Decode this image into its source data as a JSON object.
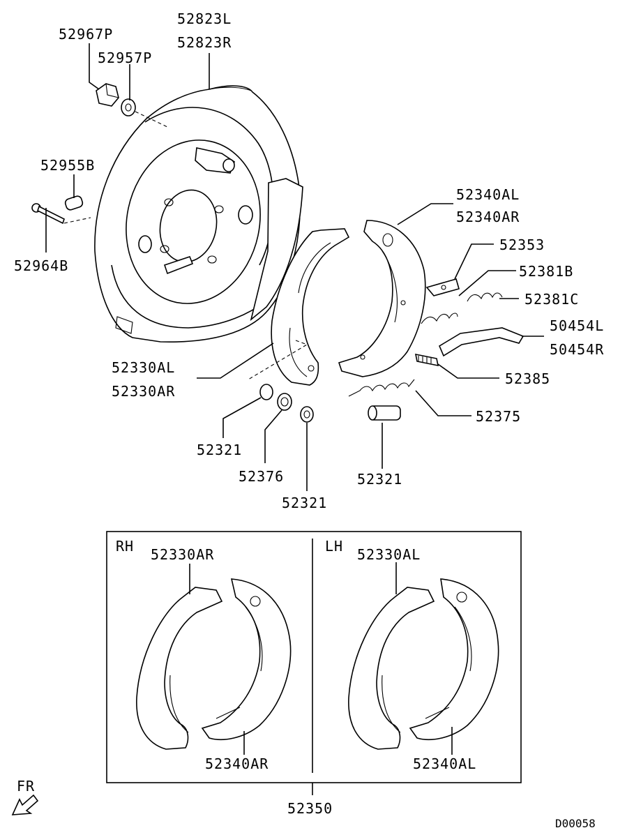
{
  "callouts": {
    "c52967P": "52967P",
    "c52957P": "52957P",
    "c52823L": "52823L",
    "c52823R": "52823R",
    "c52955B": "52955B",
    "c52964B": "52964B",
    "c52340AL": "52340AL",
    "c52340AR": "52340AR",
    "c52353": "52353",
    "c52381B": "52381B",
    "c52381C": "52381C",
    "c50454L": "50454L",
    "c50454R": "50454R",
    "c52385": "52385",
    "c52330AL": "52330AL",
    "c52330AR": "52330AR",
    "c52375": "52375",
    "c52321_a": "52321",
    "c52376": "52376",
    "c52301": "52321",
    "c52321_b": "52321"
  },
  "kit_box": {
    "rh_label": "RH",
    "lh_label": "LH",
    "rh_shoe_upper": "52330AR",
    "rh_shoe_lower": "52340AR",
    "lh_shoe_upper": "52330AL",
    "lh_shoe_lower": "52340AL",
    "kit_number": "52350"
  },
  "direction_label": "FR",
  "diagram_code": "D00058",
  "icons": [
    "front-direction-arrow-icon"
  ]
}
